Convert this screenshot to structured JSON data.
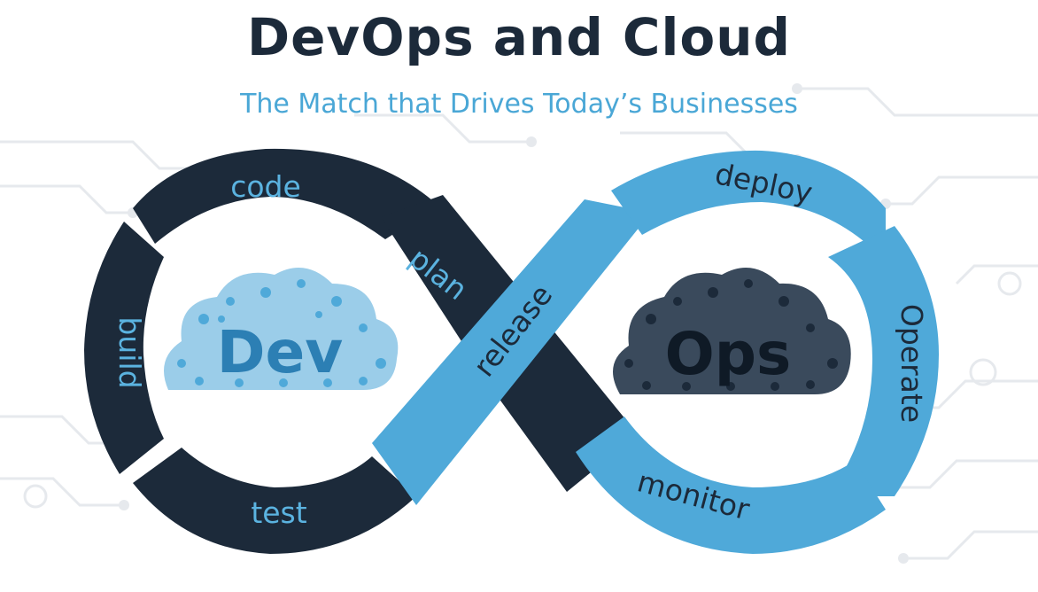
{
  "title": "DevOps and Cloud",
  "subtitle": "The Match that Drives Today’s Businesses",
  "dev_loop": {
    "cloud_label": "Dev",
    "stages": [
      "code",
      "build",
      "test",
      "plan"
    ]
  },
  "ops_loop": {
    "cloud_label": "Ops",
    "stages": [
      "deploy",
      "Operate",
      "monitor",
      "release"
    ]
  },
  "colors": {
    "dark_navy": "#1c2a3a",
    "light_blue": "#4fa9d9",
    "background": "#ffffff",
    "circuit": "#e6e9ed"
  }
}
